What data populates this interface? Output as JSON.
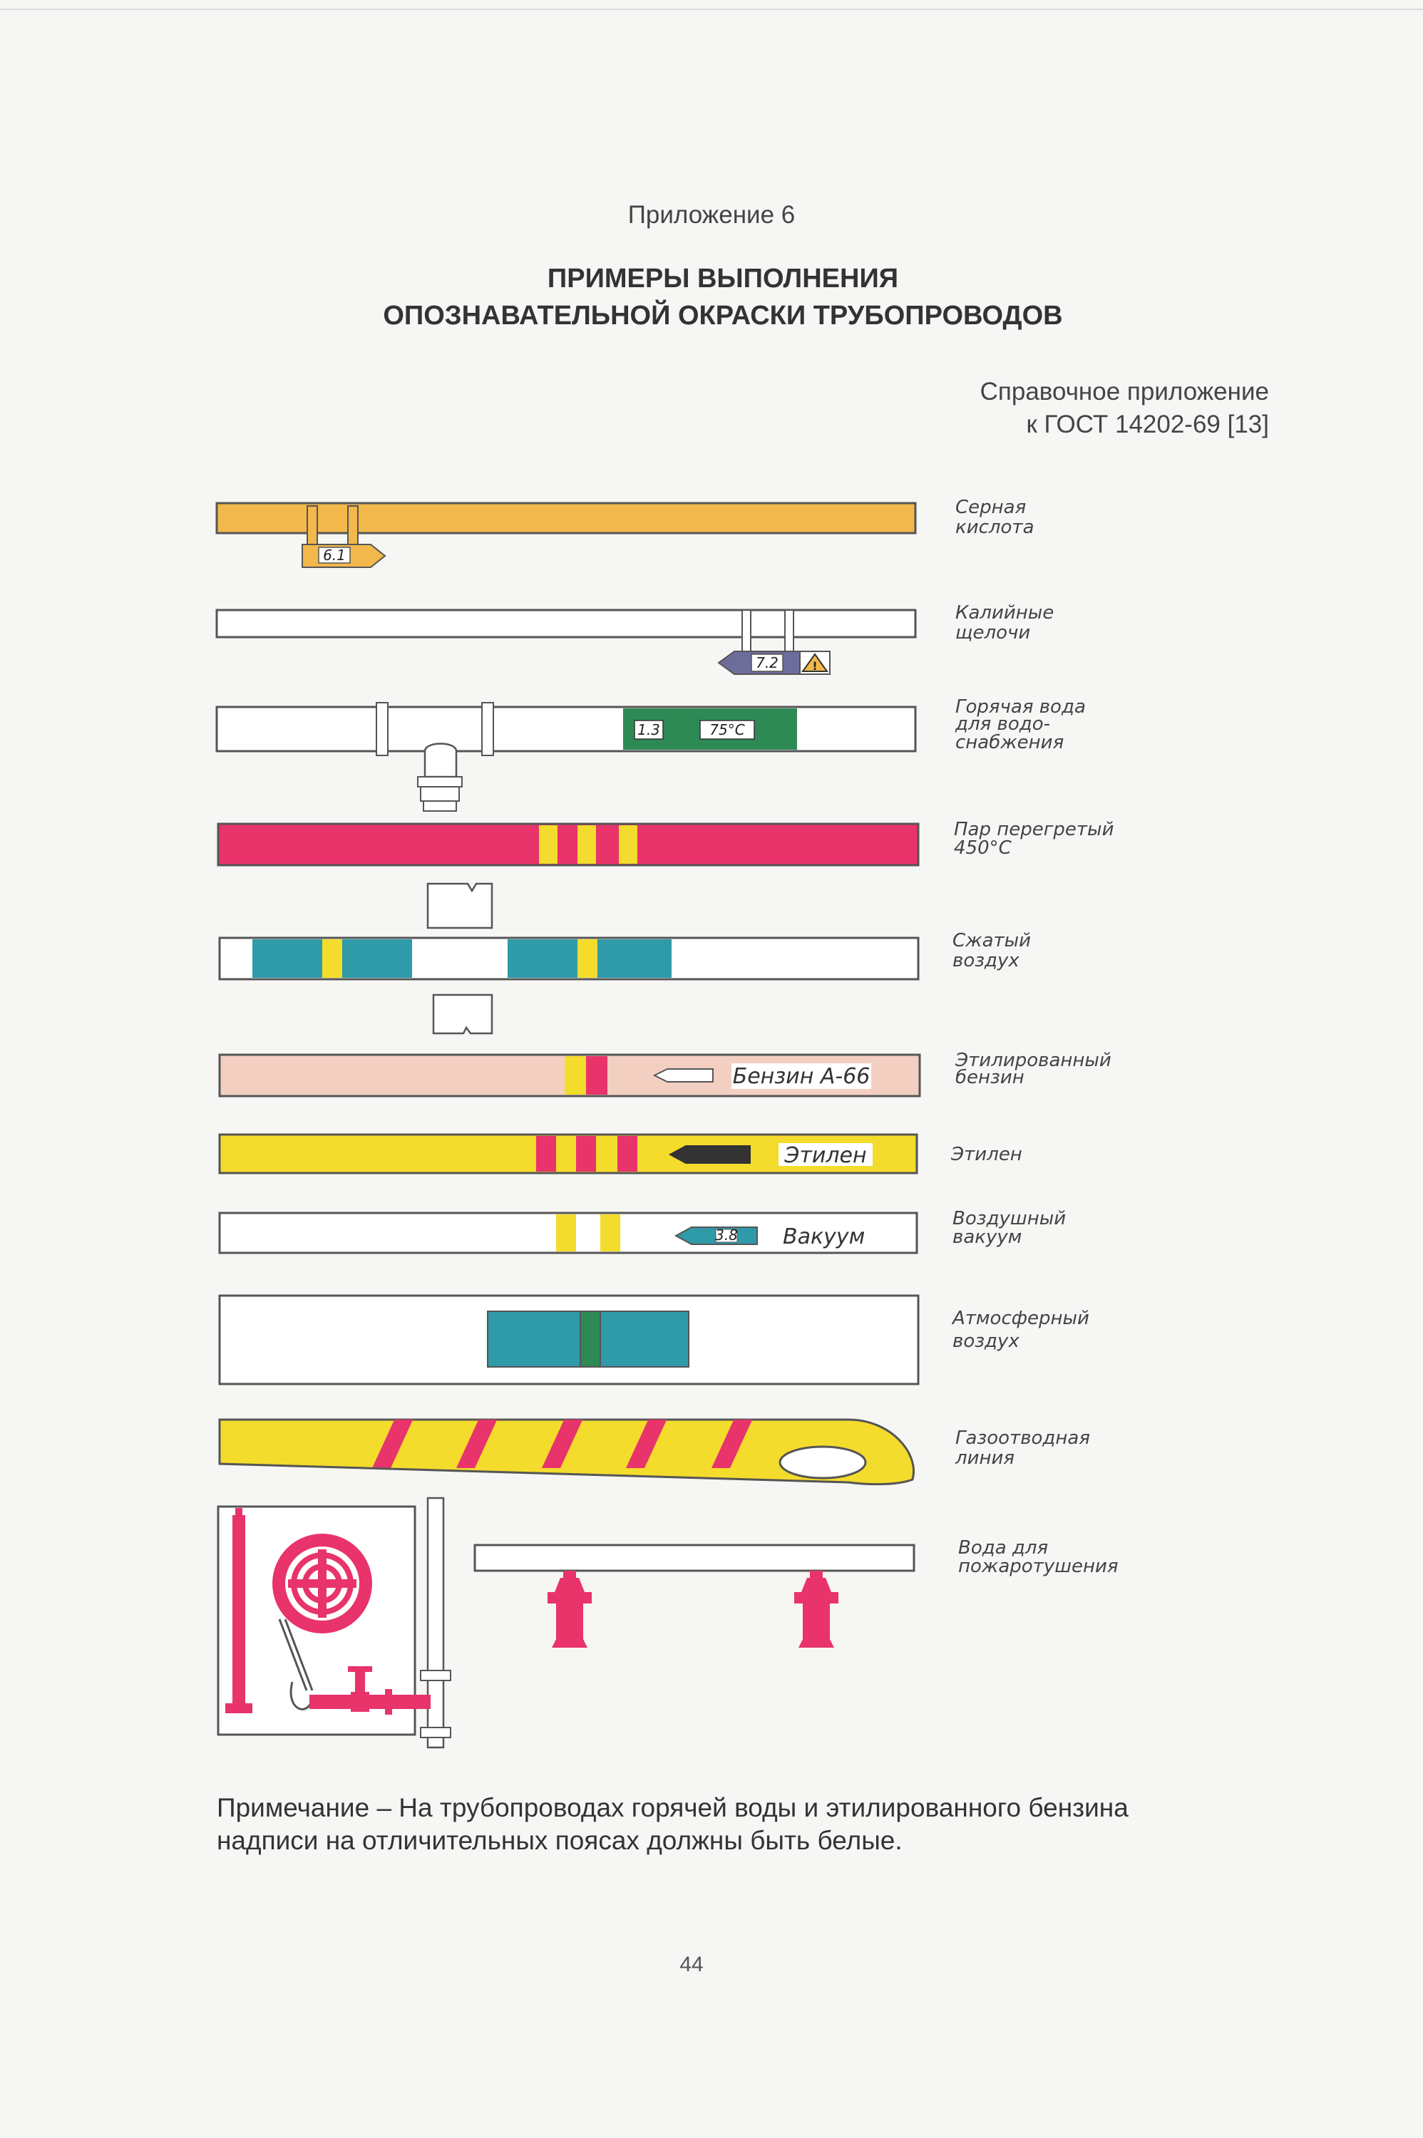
{
  "header": {
    "appendix": "Приложение 6",
    "title_line1": "ПРИМЕРЫ ВЫПОЛНЕНИЯ",
    "title_line2": "ОПОЗНАВАТЕЛЬНОЙ ОКРАСКИ ТРУБОПРОВОДОВ",
    "reference_line1": "Справочное приложение",
    "reference_line2": "к ГОСТ 14202-69 [13]"
  },
  "pipes": [
    {
      "label_lines": [
        "Серная",
        "кислота"
      ],
      "tags": [
        "6.1"
      ],
      "color": "#f2b84b"
    },
    {
      "label_lines": [
        "Калийные",
        "щелочи"
      ],
      "tags": [
        "7.2"
      ],
      "color": "#ffffff"
    },
    {
      "label_lines": [
        "Горячая вода",
        "для водо-",
        "снабжения"
      ],
      "tags": [
        "1.3",
        "75°С"
      ],
      "color": "#2e8a55"
    },
    {
      "label_lines": [
        "Пар перегретый",
        "450°С"
      ],
      "tags": [],
      "color": "#e8336b"
    },
    {
      "label_lines": [
        "Сжатый",
        "воздух"
      ],
      "tags": [],
      "color": "#2f9aa8"
    },
    {
      "label_lines": [
        "Этилированный",
        "бензин"
      ],
      "tags": [
        "Бензин А-66"
      ],
      "color": "#f3cfc2"
    },
    {
      "label_lines": [
        "Этилен"
      ],
      "tags": [
        "Этилен"
      ],
      "color": "#f4dc2c"
    },
    {
      "label_lines": [
        "Воздушный",
        "вакуум"
      ],
      "tags": [
        "3.8",
        "Вакуум"
      ],
      "color": "#ffffff"
    },
    {
      "label_lines": [
        "Атмосферный",
        "воздух"
      ],
      "tags": [],
      "color": "#2f9aa8"
    },
    {
      "label_lines": [
        "Газоотводная",
        "линия"
      ],
      "tags": [],
      "color": "#f4dc2c"
    },
    {
      "label_lines": [
        "Вода для",
        "пожаротушения"
      ],
      "tags": [],
      "color": "#e8336b"
    }
  ],
  "note": {
    "line1": "Примечание – На трубопроводах горячей воды и этилированного бензина",
    "line2": "надписи на отличительных поясах должны быть белые."
  },
  "page_number": "44"
}
